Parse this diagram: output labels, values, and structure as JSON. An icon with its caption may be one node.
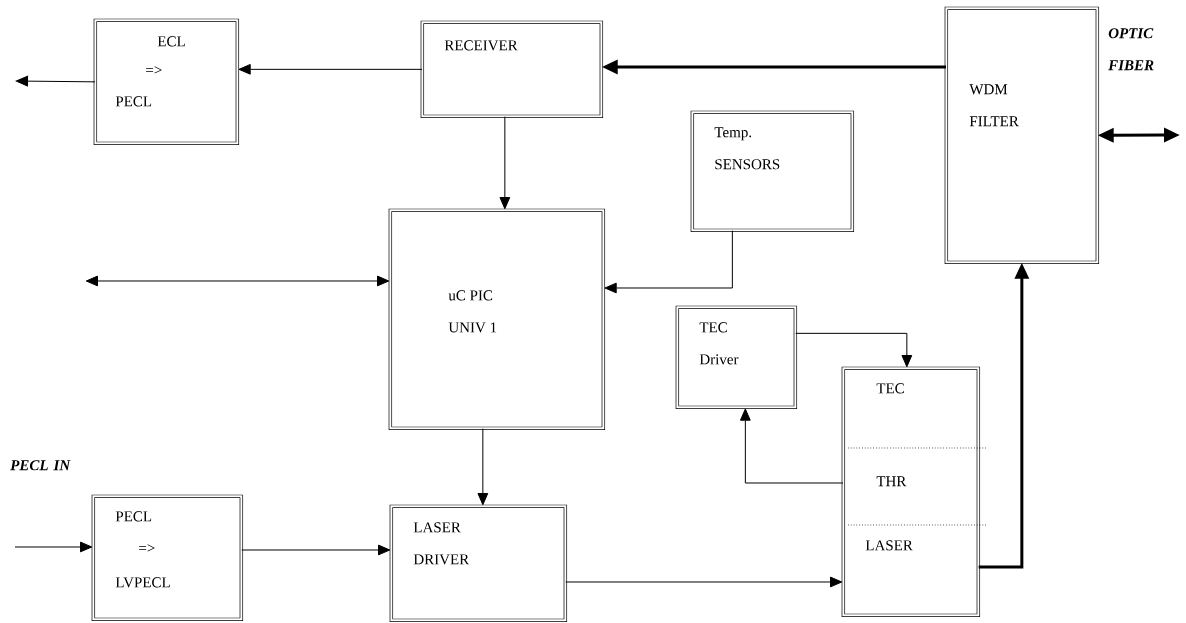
{
  "diagram": {
    "nodes": [
      {
        "text": [
          "ECL",
          "=>",
          "PECL"
        ]
      },
      {
        "text": [
          "RECEIVER"
        ]
      },
      {
        "text": [
          "WDM FILTER"
        ]
      },
      {
        "text": [
          "Temp. SENSORS"
        ]
      },
      {
        "text": [
          "uC PIC UNIV 1"
        ]
      },
      {
        "text": [
          "TEC Driver"
        ]
      },
      {
        "text": [
          "TEC",
          "THR",
          "LASER"
        ]
      },
      {
        "text": [
          "PECL",
          "=>",
          "LVPECL"
        ]
      },
      {
        "text": [
          "LASER DRIVER"
        ]
      }
    ],
    "edges": [
      {
        "from": 1,
        "to": 0,
        "arrow": "to"
      },
      {
        "from": 0,
        "to": null,
        "arrow": "to"
      },
      {
        "from": 2,
        "to": 1,
        "arrow": "to",
        "style": "thick"
      },
      {
        "from": 2,
        "to": null,
        "arrow": "both",
        "style": "thick"
      },
      {
        "from": 1,
        "to": 4,
        "arrow": "to"
      },
      {
        "from": null,
        "to": 4,
        "arrow": "both"
      },
      {
        "from": 3,
        "to": 4,
        "arrow": "to"
      },
      {
        "from": 5,
        "to": 6,
        "arrow": "to"
      },
      {
        "from": 6,
        "to": 5,
        "arrow": "to"
      },
      {
        "from": 4,
        "to": 8,
        "arrow": "to"
      },
      {
        "from": null,
        "to": 7,
        "arrow": "to"
      },
      {
        "from": 7,
        "to": 8,
        "arrow": "to"
      },
      {
        "from": 8,
        "to": 6,
        "arrow": "to"
      },
      {
        "from": 6,
        "to": 2,
        "arrow": "to",
        "style": "thick"
      }
    ],
    "labels": [
      "OPTIC FIBER",
      "PECL IN"
    ]
  }
}
